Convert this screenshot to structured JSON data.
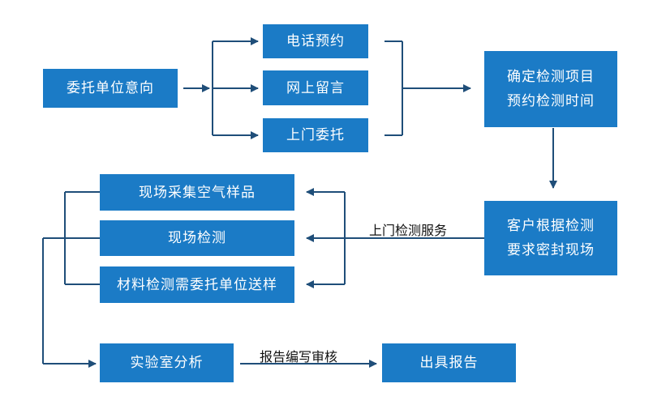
{
  "colors": {
    "box_fill": "#1b7bc6",
    "line": "#1f4e79",
    "text_on_box": "#ffffff",
    "label_text": "#111111"
  },
  "nodes": {
    "entrust_intent": "委托单位意向",
    "phone_booking": "电话预约",
    "online_message": "网上留言",
    "onsite_entrust": "上门委托",
    "confirm_line1": "确定检测项目",
    "confirm_line2": "预约检测时间",
    "customer_line1": "客户根据检测",
    "customer_line2": "要求密封现场",
    "air_sampling": "现场采集空气样品",
    "onsite_testing": "现场检测",
    "material_testing": "材料检测需委托单位送样",
    "lab_analysis": "实验室分析",
    "issue_report": "出具报告"
  },
  "edge_labels": {
    "onsite_service": "上门检测服务",
    "report_writing": "报告编写审核"
  }
}
